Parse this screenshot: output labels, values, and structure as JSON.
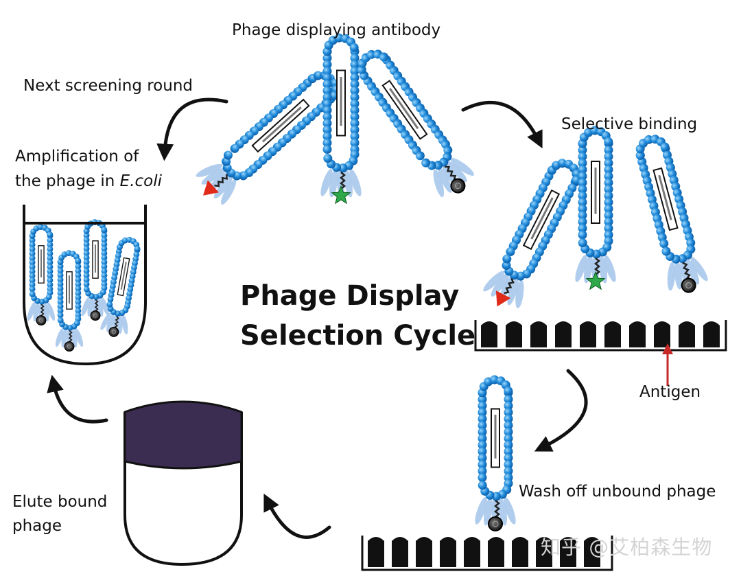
{
  "title": {
    "line1": "Phage Display",
    "line2": "Selection Cycle"
  },
  "labels": {
    "phage_displaying_antibody": "Phage displaying antibody",
    "next_screening_round": "Next screening round",
    "selective_binding": "Selective binding",
    "amplification_line1": "Amplification of",
    "amplification_line2_prefix": "the phage in ",
    "amplification_line2_italic": "E.coli",
    "antigen": "Antigen",
    "wash_off": "Wash off unbound phage",
    "elute_line1": "Elute bound",
    "elute_line2": "phage"
  },
  "watermark": "知乎 @艾柏森生物",
  "colors": {
    "phage_bead": "#1e88d8",
    "phage_bead_highlight": "#7fc8f5",
    "tail_fiber": "#a9c8ec",
    "antibody_triangle": "#e02a1a",
    "antibody_star": "#2fa84a",
    "antibody_circle": "#1a1a1a",
    "tube_cap": "#3b2d52",
    "antigen_pointer": "#c62828",
    "arrow": "#111111"
  }
}
